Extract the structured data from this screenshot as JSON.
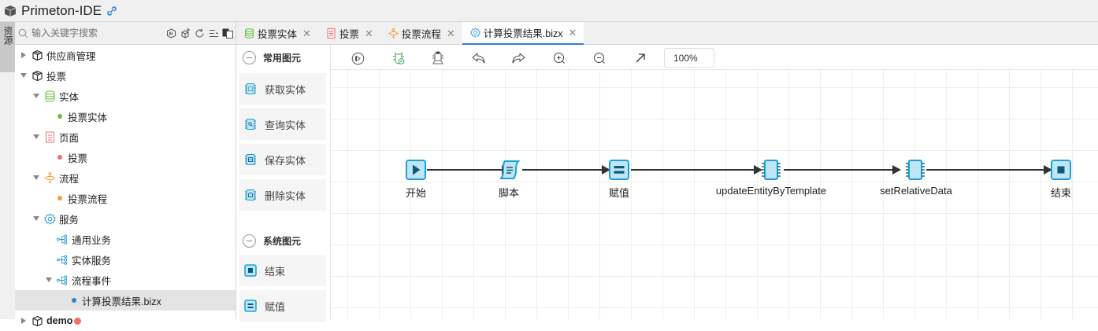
{
  "app": {
    "title": "Primeton-IDE",
    "side_tab_label": "资源"
  },
  "sidebar": {
    "search_placeholder": "输入关键字搜索",
    "tools": [
      "ai-icon",
      "add-package-icon",
      "refresh-icon",
      "collapse-all-icon",
      "switch-view-icon"
    ],
    "tree": [
      {
        "label": "供应商管理",
        "level": 0,
        "icon": "package-icon",
        "expanded": false
      },
      {
        "label": "投票",
        "level": 0,
        "icon": "package-icon",
        "expanded": true
      },
      {
        "label": "实体",
        "level": 1,
        "icon": "database-icon",
        "expanded": true
      },
      {
        "label": "投票实体",
        "level": 2,
        "dot": "#67c23a"
      },
      {
        "label": "页面",
        "level": 1,
        "icon": "page-icon",
        "expanded": true
      },
      {
        "label": "投票",
        "level": 2,
        "dot": "#f56c6c"
      },
      {
        "label": "流程",
        "level": 1,
        "icon": "flow-icon",
        "expanded": true
      },
      {
        "label": "投票流程",
        "level": 2,
        "dot": "#f0a040"
      },
      {
        "label": "服务",
        "level": 1,
        "icon": "gear-icon",
        "expanded": true
      },
      {
        "label": "通用业务",
        "level": 2,
        "icon": "service-icon"
      },
      {
        "label": "实体服务",
        "level": 2,
        "icon": "service-icon"
      },
      {
        "label": "流程事件",
        "level": 2,
        "icon": "service-icon",
        "expanded": true
      },
      {
        "label": "计算投票结果.bizx",
        "level": 3,
        "dot": "#2d7ed6",
        "selected": true
      },
      {
        "label": "demo",
        "level": 0,
        "icon": "package-icon",
        "expanded": false,
        "badge": "error"
      }
    ]
  },
  "tabs": [
    {
      "label": "投票实体",
      "icon": "database-icon",
      "active": false
    },
    {
      "label": "投票",
      "icon": "page-icon",
      "active": false
    },
    {
      "label": "投票流程",
      "icon": "flow-icon",
      "active": false
    },
    {
      "label": "计算投票结果.bizx",
      "icon": "gear-icon",
      "active": true
    }
  ],
  "palette": {
    "common_header": "常用图元",
    "common_items": [
      "获取实体",
      "查询实体",
      "保存实体",
      "删除实体"
    ],
    "system_header": "系统图元",
    "system_items": [
      "结束",
      "赋值"
    ]
  },
  "toolbar": {
    "buttons": [
      "run-icon",
      "debug-icon",
      "deploy-icon",
      "undo-icon",
      "redo-icon",
      "zoom-in-icon",
      "zoom-out-icon",
      "fit-icon"
    ],
    "zoom_level": "100%"
  },
  "diagram": {
    "nodes": [
      {
        "id": "start",
        "label": "开始",
        "type": "start"
      },
      {
        "id": "script",
        "label": "脚本",
        "type": "script"
      },
      {
        "id": "assign",
        "label": "赋值",
        "type": "assign"
      },
      {
        "id": "update",
        "label": "updateEntityByTemplate",
        "type": "service"
      },
      {
        "id": "relative",
        "label": "setRelativeData",
        "type": "service"
      },
      {
        "id": "end",
        "label": "结束",
        "type": "end"
      }
    ],
    "colors": {
      "node_fill": "#bfe6f7",
      "node_border": "#1ba1d4",
      "node_glyph": "#0d5a7a",
      "edge": "#333333"
    }
  }
}
